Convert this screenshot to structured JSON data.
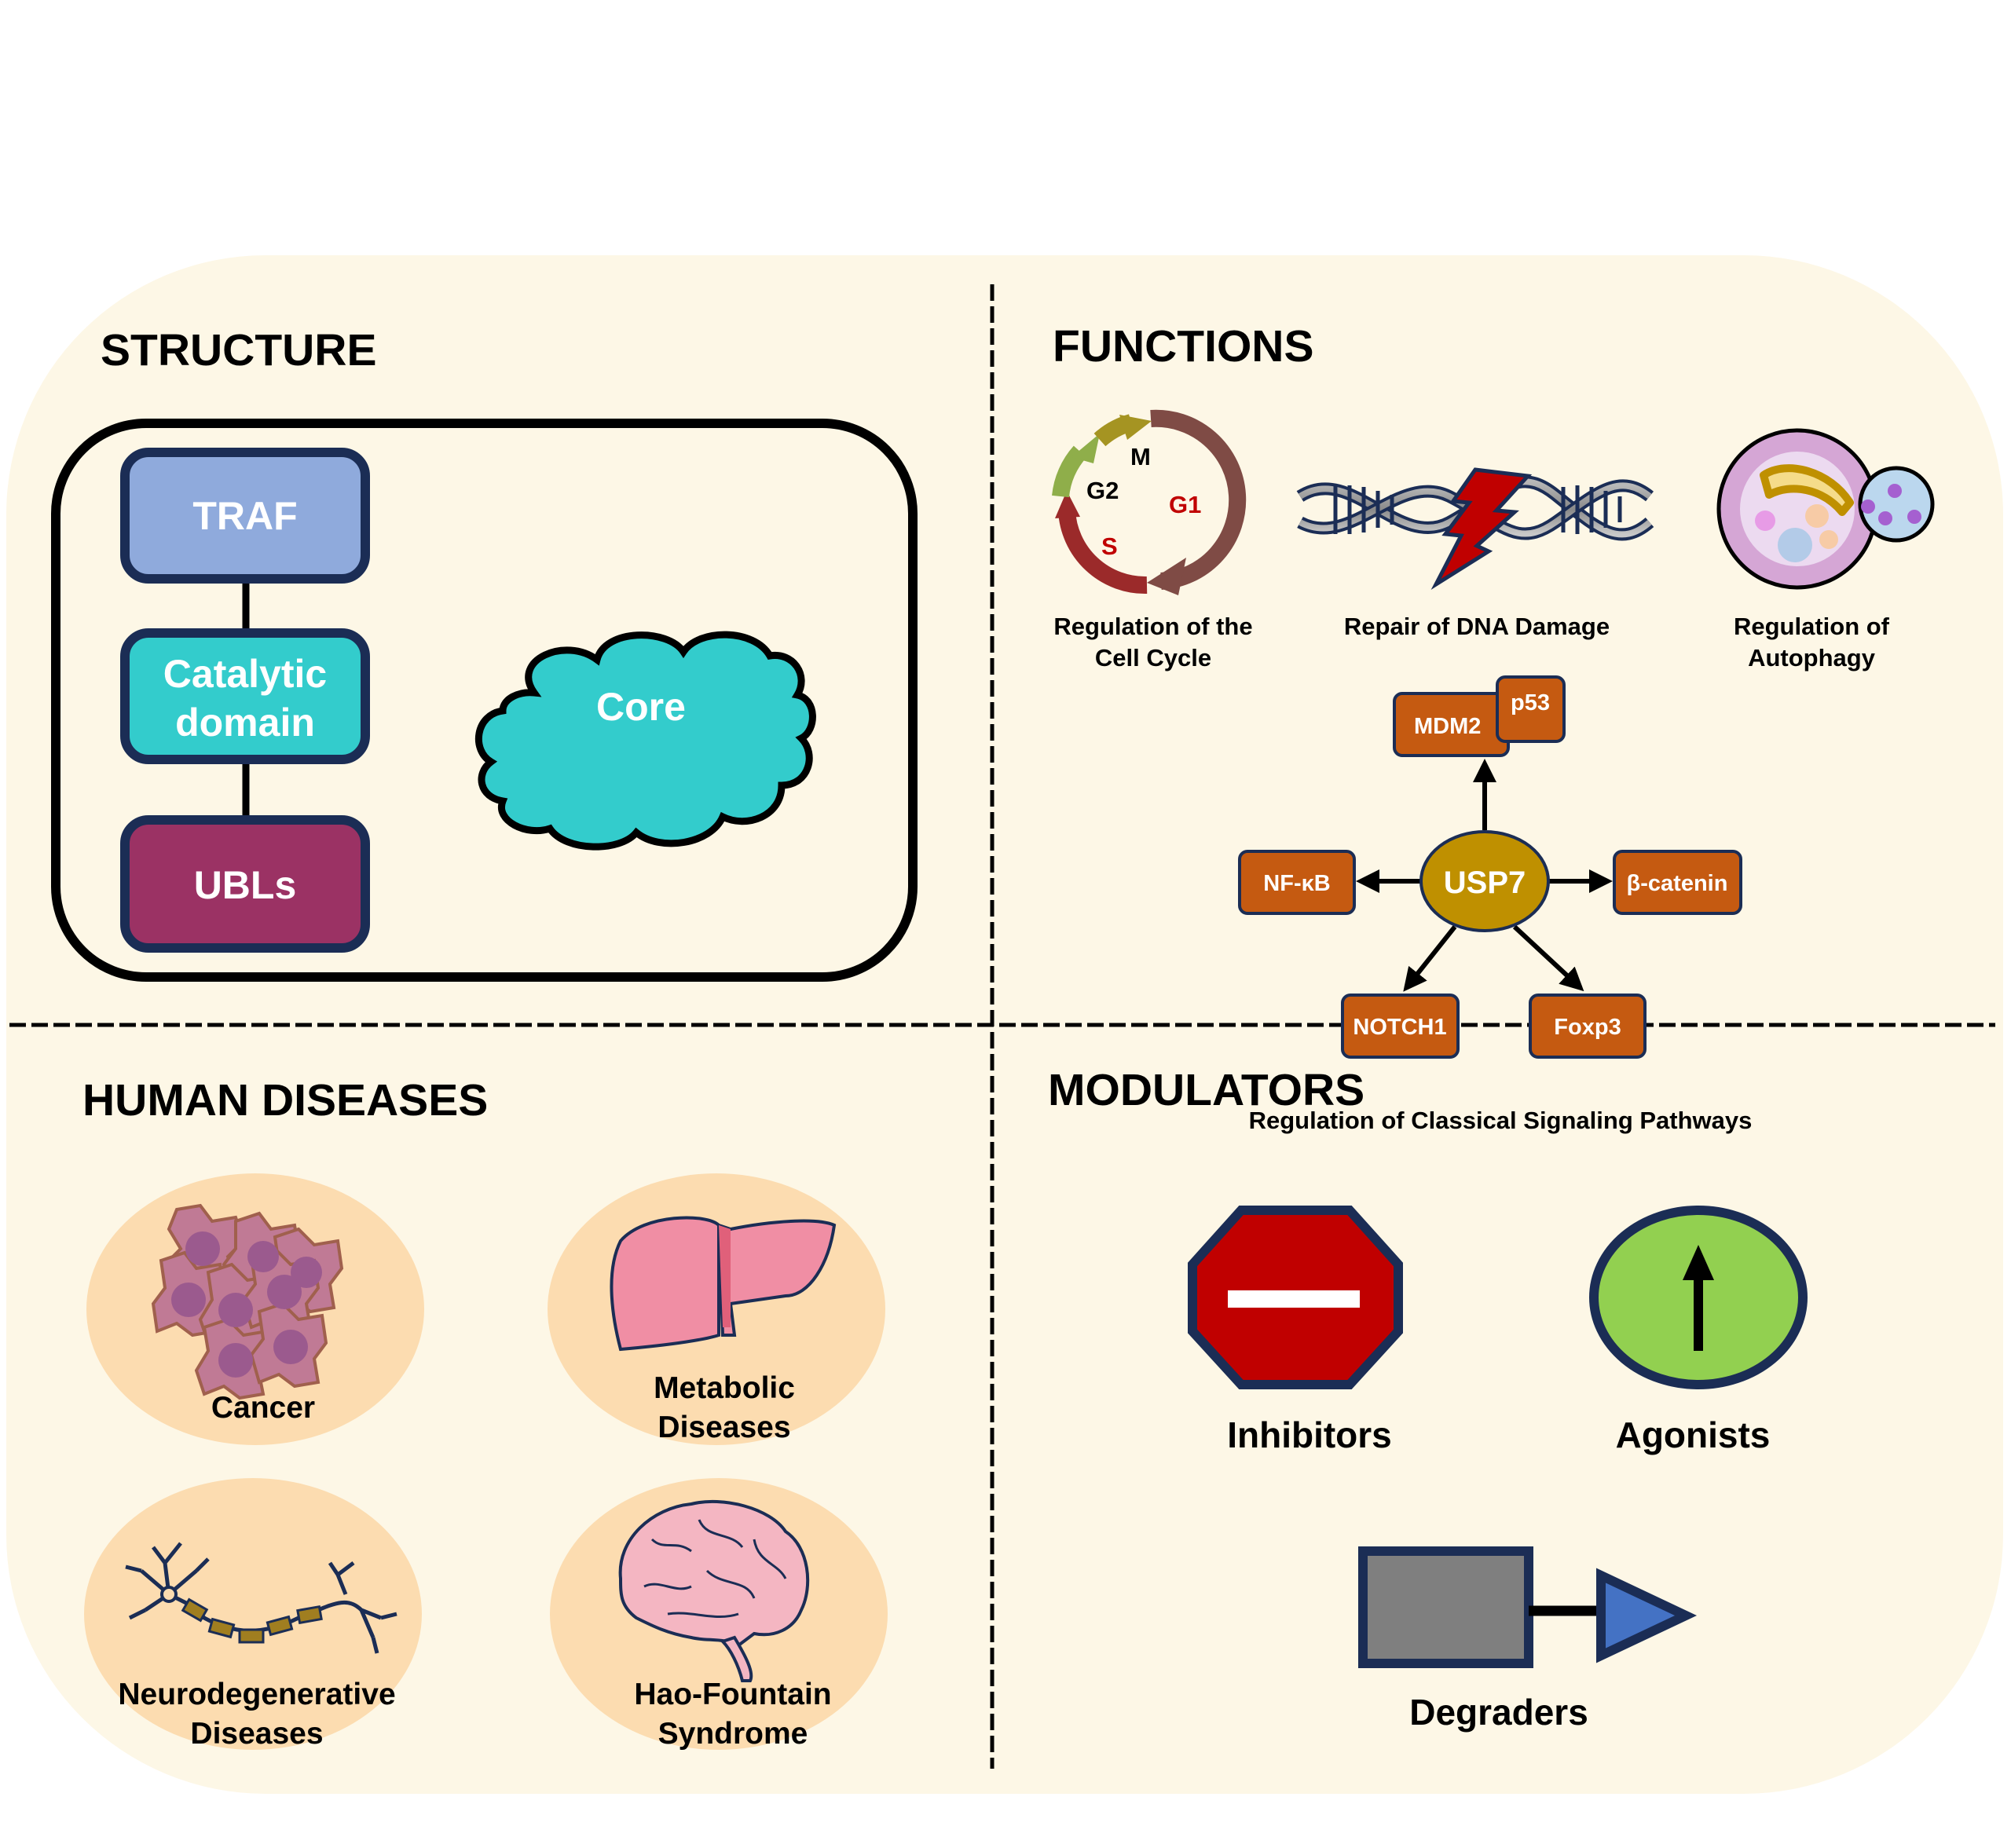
{
  "colors": {
    "panel_bg": "#fdf7e6",
    "navy_outline": "#1b2d55",
    "traf": "#8faadc",
    "catalytic": "#33cccc",
    "ubls": "#9b3264",
    "node_orange": "#c55a11",
    "usp7": "#bf9000",
    "inhibitor_red": "#c00000",
    "agonist_green": "#92d050",
    "degrader_gray": "#7f7f7f",
    "degrader_blue": "#4472c4",
    "disease_circle": "#fcdcb0"
  },
  "structure": {
    "title": "STRUCTURE",
    "domains": [
      {
        "label_lines": [
          "TRAF"
        ]
      },
      {
        "label_lines": [
          "Catalytic",
          "domain"
        ]
      },
      {
        "label_lines": [
          "UBLs"
        ]
      }
    ],
    "core_label": "Core"
  },
  "functions": {
    "title": "FUNCTIONS",
    "cell_cycle": {
      "phases": [
        "M",
        "G2",
        "G1",
        "S"
      ],
      "caption_lines": [
        "Regulation of the",
        "Cell Cycle"
      ]
    },
    "dna_repair": {
      "caption_lines": [
        "Repair of DNA Damage"
      ]
    },
    "autophagy": {
      "caption_lines": [
        "Regulation of",
        "Autophagy"
      ]
    },
    "signaling": {
      "center": "USP7",
      "targets": {
        "mdm2": "MDM2",
        "p53": "p53",
        "nfkb": "NF-κB",
        "bcatenin": "β-catenin",
        "notch1": "NOTCH1",
        "foxp3": "Foxp3"
      },
      "caption": "Regulation of Classical Signaling Pathways"
    }
  },
  "diseases": {
    "title": "HUMAN DISEASES",
    "items": [
      {
        "label_lines": [
          "Cancer"
        ]
      },
      {
        "label_lines": [
          "Metabolic",
          "Diseases"
        ]
      },
      {
        "label_lines": [
          "Neurodegenerative",
          "Diseases"
        ]
      },
      {
        "label_lines": [
          "Hao-Fountain",
          "Syndrome"
        ]
      }
    ]
  },
  "modulators": {
    "title": "MODULATORS",
    "items": [
      {
        "label": "Inhibitors"
      },
      {
        "label": "Agonists"
      },
      {
        "label": "Degraders"
      }
    ]
  }
}
